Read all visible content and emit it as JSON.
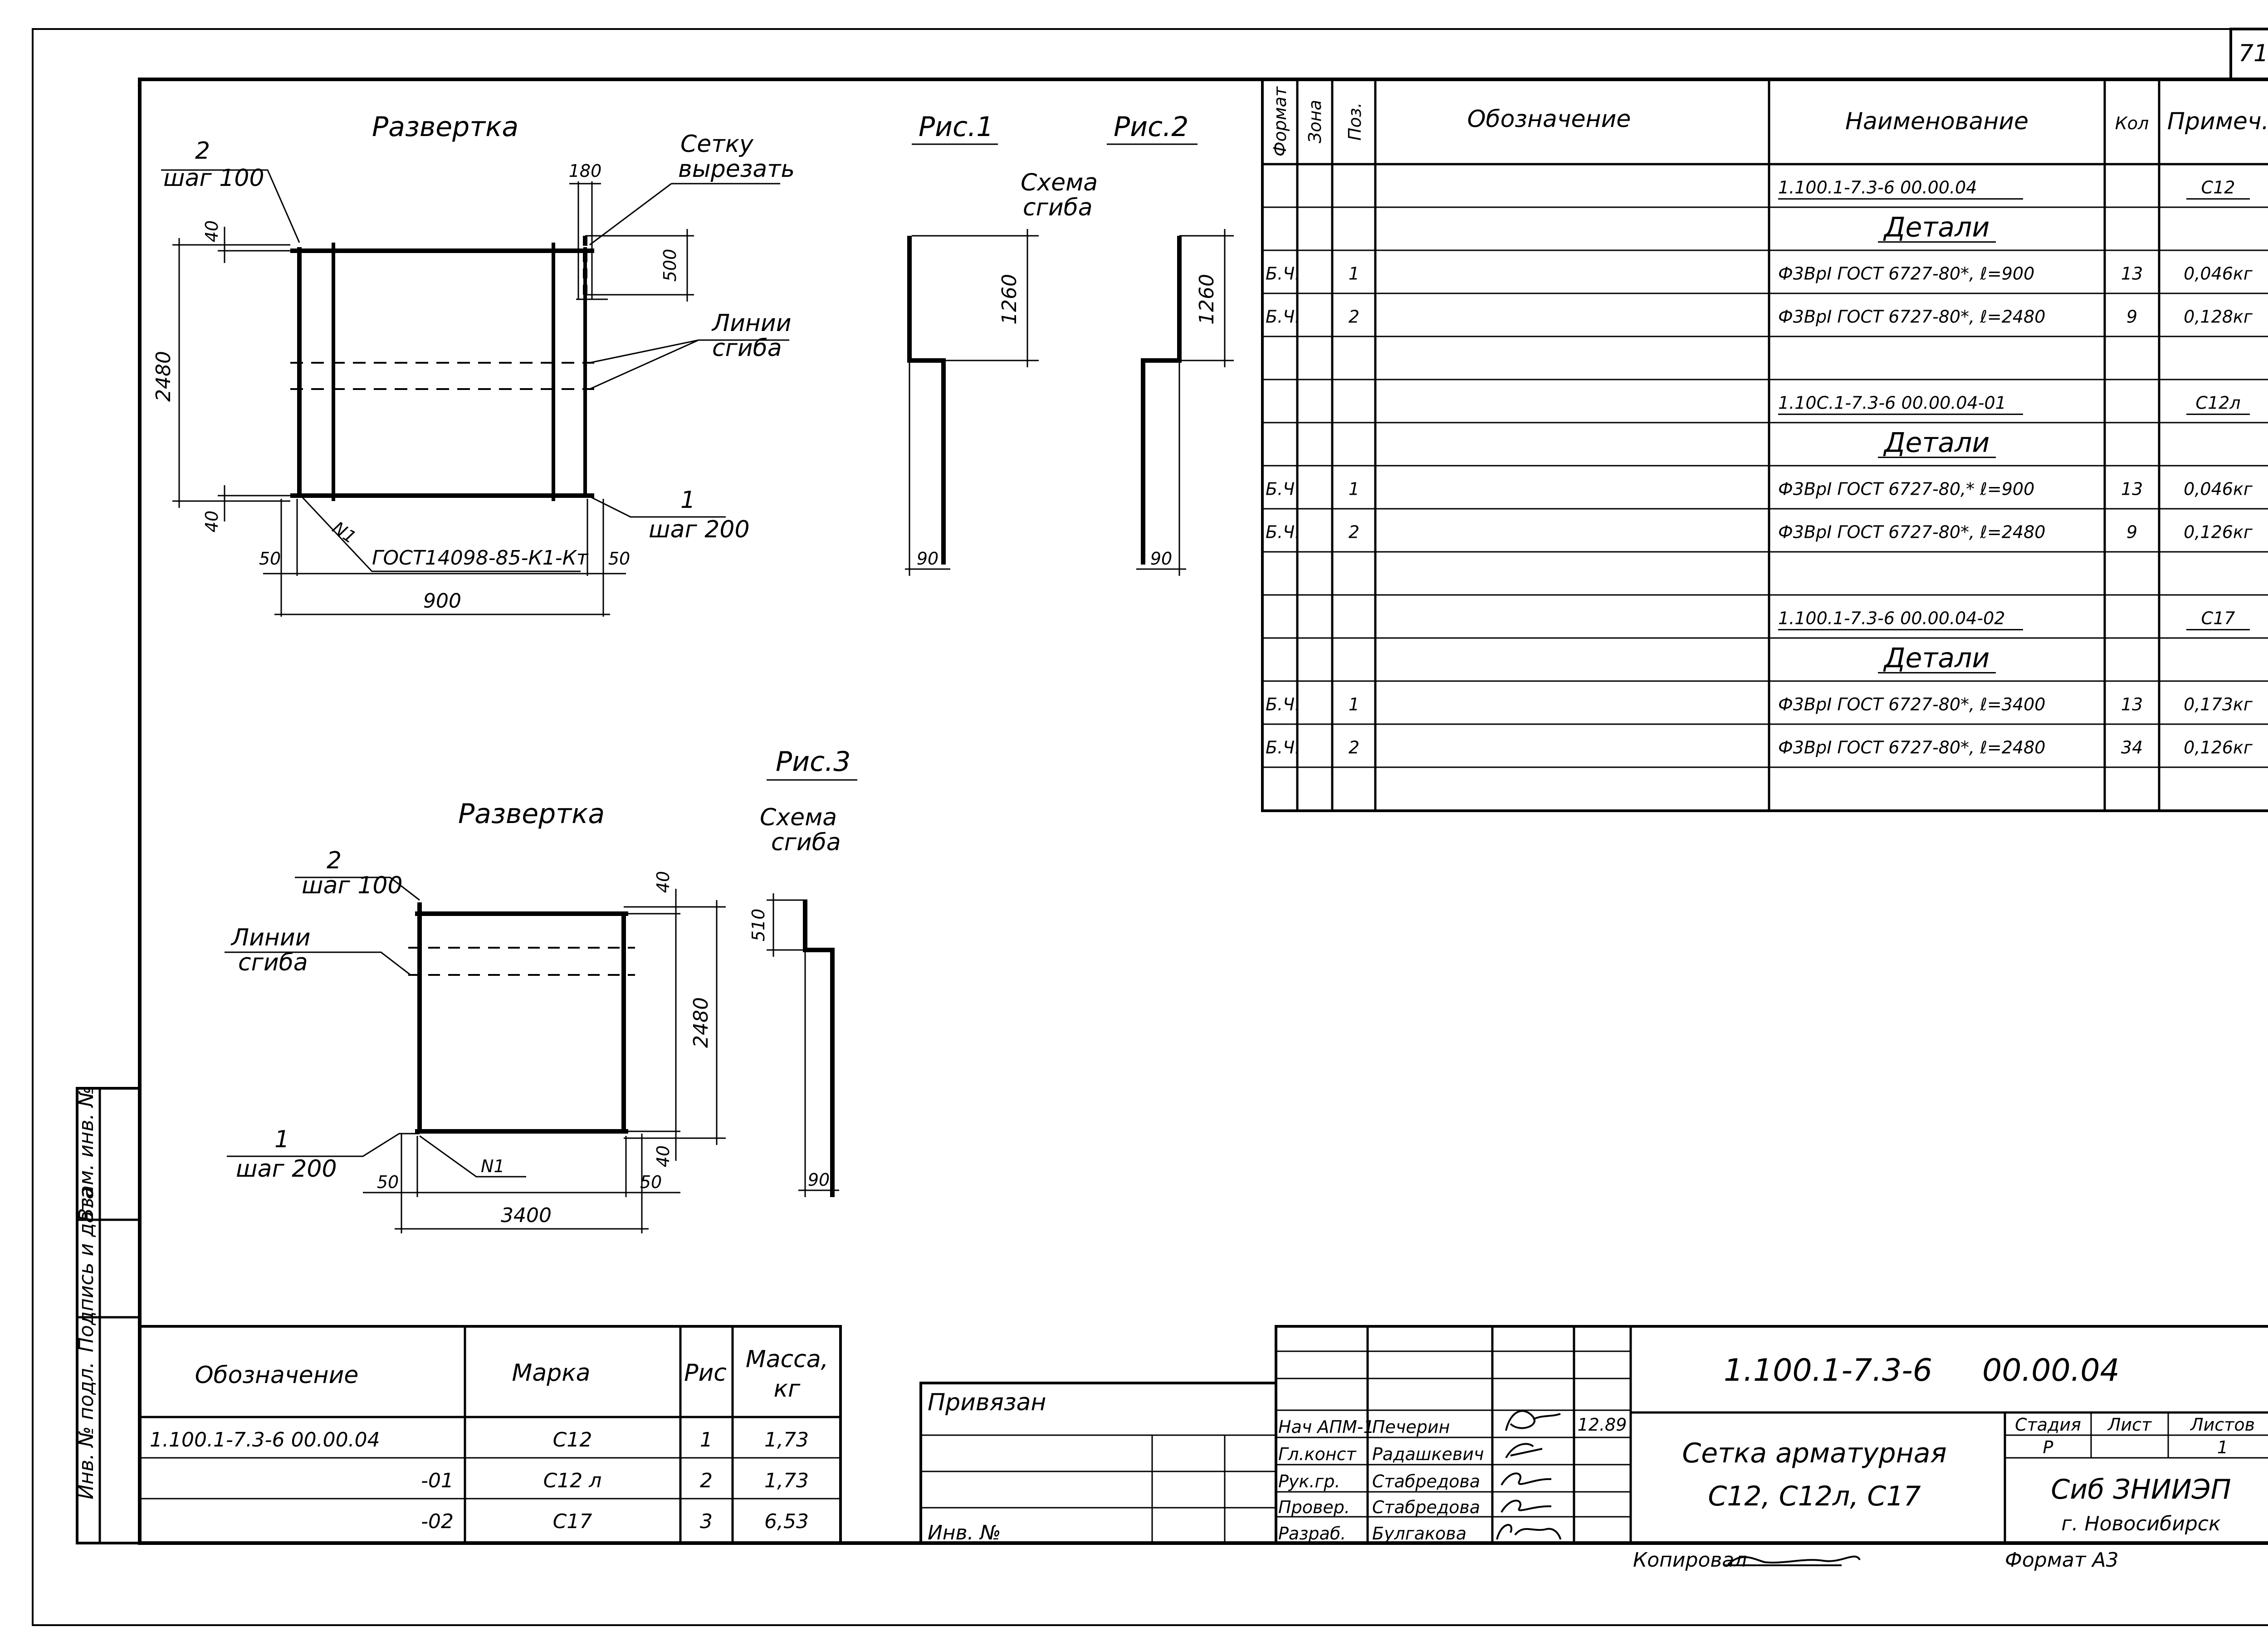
{
  "sheet": {
    "page_number": "71"
  },
  "drawing": {
    "unfold_title": "Развертка",
    "bar2_label": "2",
    "bar2_step": "шаг 100",
    "bar1_label": "1",
    "bar1_step": "шаг 200",
    "cut_note_line1": "Сетку",
    "cut_note_line2": "вырезать",
    "bend_lines_line1": "Линии",
    "bend_lines_line2": "сгиба",
    "dim_180": "180",
    "dim_500": "500",
    "dim_40_top": "40",
    "dim_40_bottom": "40",
    "dim_2480": "2480",
    "dim_50_left": "50",
    "dim_50_right": "50",
    "dim_900": "900",
    "weld_mark": "N1",
    "gost_mesh": "ГОСТ14098-85-К1-Кт",
    "fig1_title": "Рис.1",
    "fig2_title": "Рис.2",
    "fig3_title": "Рис.3",
    "scheme_line1": "Схема",
    "scheme_line2": "сгиба",
    "dim_1260_fig1": "1260",
    "dim_1260_fig2": "1260",
    "dim_90_fig1": "90",
    "dim_90_fig2": "90",
    "fig3_unfold_title": "Развертка",
    "fig3_scheme_line1": "Схема",
    "fig3_scheme_line2": "сгиба",
    "fig3_bar2_label": "2",
    "fig3_bar2_step": "шаг 100",
    "fig3_bend_line1": "Линии",
    "fig3_bend_line2": "сгиба",
    "fig3_bar1_label": "1",
    "fig3_bar1_step": "шаг 200",
    "fig3_dim_40_top": "40",
    "fig3_dim_40_bottom": "40",
    "fig3_dim_2480": "2480",
    "fig3_dim_50_left": "50",
    "fig3_dim_50_right": "50",
    "fig3_dim_3400": "3400",
    "fig3_weld_mark": "N1",
    "fig3_dim_510": "510",
    "fig3_dim_90": "90"
  },
  "spec_table": {
    "headers": {
      "format": "Формат",
      "zone": "Зона",
      "pos": "Поз.",
      "designation": "Обозначение",
      "name": "Наименование",
      "qty": "Кол",
      "note": "Примеч."
    },
    "rows": [
      {
        "format": "",
        "pos": "",
        "name": "1.100.1-7.3-6        00.00.04",
        "qty": "",
        "note": "С12",
        "underline": true
      },
      {
        "format": "",
        "pos": "",
        "name": "Детали",
        "qty": "",
        "note": "",
        "heading": true
      },
      {
        "format": "Б.Ч.",
        "pos": "1",
        "name": "Ф3ВрI   ГОСТ 6727-80*,  ℓ=900",
        "qty": "13",
        "note": "0,046кг"
      },
      {
        "format": "Б.Ч.",
        "pos": "2",
        "name": "Ф3ВрI   ГОСТ 6727-80*,  ℓ=2480",
        "qty": "9",
        "note": "0,128кг"
      },
      {
        "format": "",
        "pos": "",
        "name": "",
        "qty": "",
        "note": ""
      },
      {
        "format": "",
        "pos": "",
        "name": "1.10С.1-7.3-6      00.00.04-01",
        "qty": "",
        "note": "С12л",
        "underline": true
      },
      {
        "format": "",
        "pos": "",
        "name": "Детали",
        "qty": "",
        "note": "",
        "heading": true
      },
      {
        "format": "Б.Ч",
        "pos": "1",
        "name": "Ф3ВрI   ГОСТ 6727-80,* ℓ=900",
        "qty": "13",
        "note": "0,046кг"
      },
      {
        "format": "Б.Ч.",
        "pos": "2",
        "name": "Ф3ВрI   ГОСТ 6727-80*, ℓ=2480",
        "qty": "9",
        "note": "0,126кг"
      },
      {
        "format": "",
        "pos": "",
        "name": "",
        "qty": "",
        "note": ""
      },
      {
        "format": "",
        "pos": "",
        "name": "1.100.1-7.3-6      00.00.04-02",
        "qty": "",
        "note": "С17",
        "underline": true
      },
      {
        "format": "",
        "pos": "",
        "name": "Детали",
        "qty": "",
        "note": "",
        "heading": true
      },
      {
        "format": "Б.Ч.",
        "pos": "1",
        "name": "Ф3ВрI   ГОСТ 6727-80*, ℓ=3400",
        "qty": "13",
        "note": "0,173кг"
      },
      {
        "format": "Б.Ч.",
        "pos": "2",
        "name": "Ф3ВрI   ГОСТ 6727-80*, ℓ=2480",
        "qty": "34",
        "note": "0,126кг"
      },
      {
        "format": "",
        "pos": "",
        "name": "",
        "qty": "",
        "note": ""
      }
    ]
  },
  "marks_table": {
    "headers": {
      "designation": "Обозначение",
      "mark": "Марка",
      "fig": "Рис",
      "mass_line1": "Масса,",
      "mass_line2": "кг"
    },
    "rows": [
      {
        "designation": "1.100.1-7.3-6    00.00.04",
        "mark": "С12",
        "fig": "1",
        "mass": "1,73"
      },
      {
        "designation": "-01",
        "mark": "С12 л",
        "fig": "2",
        "mass": "1,73"
      },
      {
        "designation": "-02",
        "mark": "С17",
        "fig": "3",
        "mass": "6,53"
      }
    ]
  },
  "side_stamp": {
    "inv_podl": "Инв. № подл.",
    "sign_date": "Подпись и дата",
    "vzam_inv": "Взам. инв. №"
  },
  "bound_block": {
    "privyazan": "Привязан",
    "inv_no": "Инв. №"
  },
  "title_block": {
    "code": "1.100.1-7.3-6",
    "code_suffix": "00.00.04",
    "title_line1": "Сетка арматурная",
    "title_line2": "С12, С12л, С17",
    "stage_label": "Стадия",
    "sheet_label": "Лист",
    "sheets_label": "Листов",
    "stage": "Р",
    "sheet": "",
    "sheets": "1",
    "org": "Сиб ЗНИИЭП",
    "city": "г. Новосибирск",
    "date": "12.89",
    "roles": [
      {
        "role": "Нач АПМ-1",
        "name": "Печерин"
      },
      {
        "role": "Гл.конст",
        "name": "Радашкевич"
      },
      {
        "role": "Рук.гр.",
        "name": "Стабредова"
      },
      {
        "role": "Провер.",
        "name": "Стабредова"
      },
      {
        "role": "Разраб.",
        "name": "Булгакова"
      }
    ],
    "copied": "Копировал",
    "format": "Формат А3"
  }
}
